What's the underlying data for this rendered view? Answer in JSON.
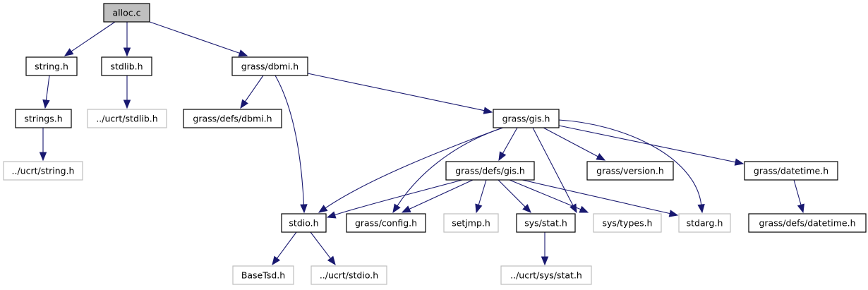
{
  "diagram": {
    "title": "alloc.c include dependency graph",
    "colors": {
      "edge": "#191970",
      "root_fill": "#bfbfbf",
      "documented_border": "#000000",
      "external_border": "#bfbfbf",
      "external_text": "#000000"
    },
    "nodes": [
      {
        "id": "alloc_c",
        "label": "alloc.c",
        "kind": "root"
      },
      {
        "id": "string_h",
        "label": "string.h",
        "kind": "documented"
      },
      {
        "id": "stdlib_h",
        "label": "stdlib.h",
        "kind": "documented"
      },
      {
        "id": "grass_dbmi_h",
        "label": "grass/dbmi.h",
        "kind": "documented"
      },
      {
        "id": "strings_h",
        "label": "strings.h",
        "kind": "documented"
      },
      {
        "id": "ucrt_stdlib_h",
        "label": "../ucrt/stdlib.h",
        "kind": "external"
      },
      {
        "id": "grass_defs_dbmi_h",
        "label": "grass/defs/dbmi.h",
        "kind": "documented"
      },
      {
        "id": "grass_gis_h",
        "label": "grass/gis.h",
        "kind": "documented"
      },
      {
        "id": "ucrt_string_h",
        "label": "../ucrt/string.h",
        "kind": "external"
      },
      {
        "id": "grass_defs_gis_h",
        "label": "grass/defs/gis.h",
        "kind": "documented"
      },
      {
        "id": "grass_version_h",
        "label": "grass/version.h",
        "kind": "documented"
      },
      {
        "id": "grass_datetime_h",
        "label": "grass/datetime.h",
        "kind": "documented"
      },
      {
        "id": "stdio_h",
        "label": "stdio.h",
        "kind": "documented"
      },
      {
        "id": "grass_config_h",
        "label": "grass/config.h",
        "kind": "documented"
      },
      {
        "id": "setjmp_h",
        "label": "setjmp.h",
        "kind": "external"
      },
      {
        "id": "sys_stat_h",
        "label": "sys/stat.h",
        "kind": "documented"
      },
      {
        "id": "sys_types_h",
        "label": "sys/types.h",
        "kind": "external"
      },
      {
        "id": "stdarg_h",
        "label": "stdarg.h",
        "kind": "external"
      },
      {
        "id": "grass_defs_datetime_h",
        "label": "grass/defs/datetime.h",
        "kind": "documented"
      },
      {
        "id": "basetsd_h",
        "label": "BaseTsd.h",
        "kind": "external"
      },
      {
        "id": "ucrt_stdio_h",
        "label": "../ucrt/stdio.h",
        "kind": "external"
      },
      {
        "id": "ucrt_sys_stat_h",
        "label": "../ucrt/sys/stat.h",
        "kind": "external"
      }
    ],
    "edges": [
      {
        "from": "alloc_c",
        "to": "string_h"
      },
      {
        "from": "alloc_c",
        "to": "stdlib_h"
      },
      {
        "from": "alloc_c",
        "to": "grass_dbmi_h"
      },
      {
        "from": "string_h",
        "to": "strings_h"
      },
      {
        "from": "strings_h",
        "to": "ucrt_string_h"
      },
      {
        "from": "stdlib_h",
        "to": "ucrt_stdlib_h"
      },
      {
        "from": "grass_dbmi_h",
        "to": "grass_defs_dbmi_h"
      },
      {
        "from": "grass_dbmi_h",
        "to": "stdio_h"
      },
      {
        "from": "grass_dbmi_h",
        "to": "grass_gis_h"
      },
      {
        "from": "grass_gis_h",
        "to": "stdio_h"
      },
      {
        "from": "grass_gis_h",
        "to": "grass_config_h"
      },
      {
        "from": "grass_gis_h",
        "to": "grass_defs_gis_h"
      },
      {
        "from": "grass_gis_h",
        "to": "sys_types_h"
      },
      {
        "from": "grass_gis_h",
        "to": "grass_version_h"
      },
      {
        "from": "grass_gis_h",
        "to": "stdarg_h"
      },
      {
        "from": "grass_gis_h",
        "to": "grass_datetime_h"
      },
      {
        "from": "grass_defs_gis_h",
        "to": "stdio_h"
      },
      {
        "from": "grass_defs_gis_h",
        "to": "grass_config_h"
      },
      {
        "from": "grass_defs_gis_h",
        "to": "setjmp_h"
      },
      {
        "from": "grass_defs_gis_h",
        "to": "sys_stat_h"
      },
      {
        "from": "grass_defs_gis_h",
        "to": "sys_types_h"
      },
      {
        "from": "grass_defs_gis_h",
        "to": "stdarg_h"
      },
      {
        "from": "grass_datetime_h",
        "to": "grass_defs_datetime_h"
      },
      {
        "from": "stdio_h",
        "to": "basetsd_h"
      },
      {
        "from": "stdio_h",
        "to": "ucrt_stdio_h"
      },
      {
        "from": "sys_stat_h",
        "to": "ucrt_sys_stat_h"
      }
    ]
  }
}
